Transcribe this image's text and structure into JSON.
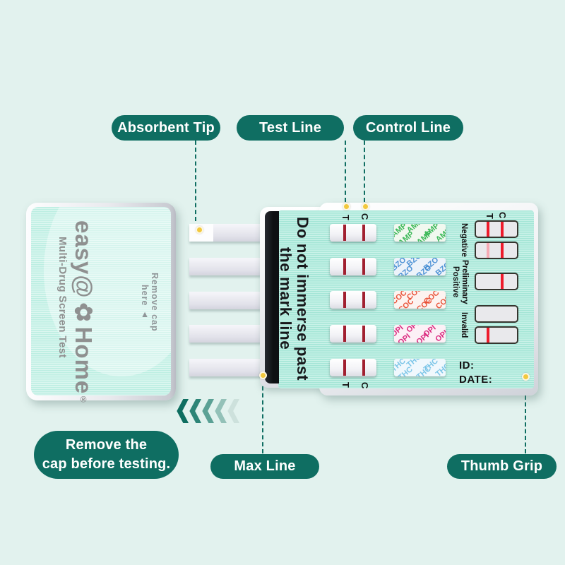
{
  "background_color": "#e2f2ee",
  "accent_teal": "#0f6e62",
  "marker_dot_color": "#f2c83e",
  "callouts": {
    "absorbent_tip": "Absorbent Tip",
    "test_line": "Test Line",
    "control_line": "Control Line",
    "max_line": "Max Line",
    "thumb_grip": "Thumb Grip",
    "remove_cap_line1": "Remove the",
    "remove_cap_line2": "cap before testing."
  },
  "cap": {
    "brand_prefix": "easy@",
    "brand_flower_icon": "✿",
    "brand_suffix": "Home",
    "registered_mark": "®",
    "subtitle": "Multi-Drug Screen Test",
    "remove_cap_text": "Remove cap here ",
    "remove_cap_arrow": "▲"
  },
  "device": {
    "immerse_warning": "Do not immerse past the mark line",
    "t_label": "T",
    "c_label": "C",
    "id_label": "ID:",
    "date_label": "DATE:",
    "test_line_color": "#a12030",
    "legend_line_color": "#ee1b2b",
    "drugs": [
      {
        "code": "AMP",
        "color": "#2eb34d"
      },
      {
        "code": "BZO",
        "color": "#3f8ad2"
      },
      {
        "code": "COC",
        "color": "#e8482c"
      },
      {
        "code": "OPI",
        "color": "#d81b76"
      },
      {
        "code": "THC",
        "color": "#74c2e6"
      }
    ],
    "results_legend": {
      "rows": [
        {
          "label": "Negative",
          "strips": [
            "T line + C line",
            "faint T line + C line"
          ]
        },
        {
          "label": "Preliminary Positive",
          "strips": [
            "C line only"
          ]
        },
        {
          "label": "Invalid",
          "strips": [
            "no lines",
            "T line only"
          ]
        }
      ]
    }
  }
}
